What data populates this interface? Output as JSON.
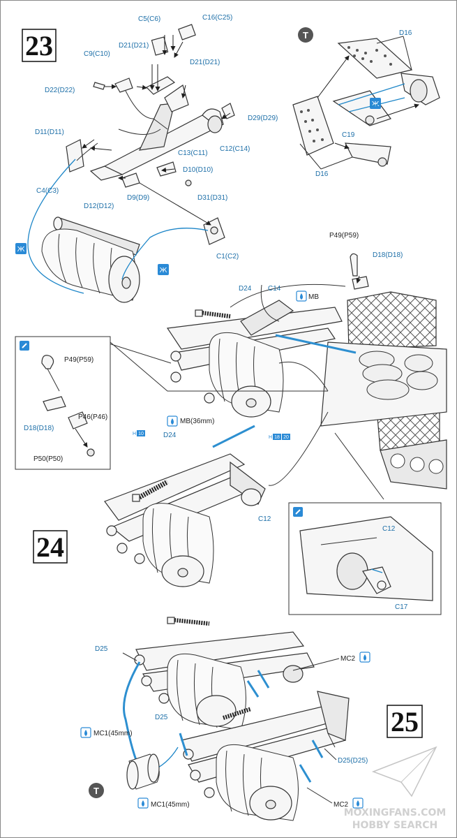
{
  "steps": {
    "s23": "23",
    "s24": "24",
    "s25": "25"
  },
  "labels": {
    "c5": "C5(C6)",
    "c16": "C16(C25)",
    "d21a": "D21(D21)",
    "d21b": "D21(D21)",
    "c9": "C9(C10)",
    "d22": "D22(D22)",
    "d29": "D29(D29)",
    "d11": "D11(D11)",
    "c13": "C13(C11)",
    "c12c14": "C12(C14)",
    "d10": "D10(D10)",
    "c4": "C4(C3)",
    "d9": "D9(D9)",
    "d31": "D31(D31)",
    "d12": "D12(D12)",
    "c1": "C1(C2)",
    "d16top": "D16",
    "c19": "C19",
    "d16bot": "D16",
    "p49": "P49(P59)",
    "d18": "D18(D18)",
    "d24a": "D24",
    "c14": "C14",
    "mb": "MB",
    "inset_p49": "P49(P59)",
    "inset_d18": "D18(D18)",
    "inset_p46": "P46(P46)",
    "inset_p50": "P50(P50)",
    "mb36": "MB(36mm)",
    "d24b": "D24",
    "h10": "10",
    "h18": "18",
    "h20": "20",
    "c12": "C12",
    "inset2_c12": "C12",
    "inset2_c17": "C17",
    "d25a": "D25",
    "mc2a": "MC2",
    "mc1a": "MC1(45mm)",
    "d25b": "D25",
    "d25c": "D25(D25)",
    "mc1b": "MC1(45mm)",
    "mc2b": "MC2",
    "t1": "T",
    "t2": "T"
  },
  "watermark": {
    "line1": "MOXINGFANS.COM",
    "line2": "HOBBY SEARCH"
  },
  "colors": {
    "callout_blue": "#1d6fa8",
    "wire_blue": "#2d8fd0",
    "icon_blue": "#2a8ad6"
  }
}
